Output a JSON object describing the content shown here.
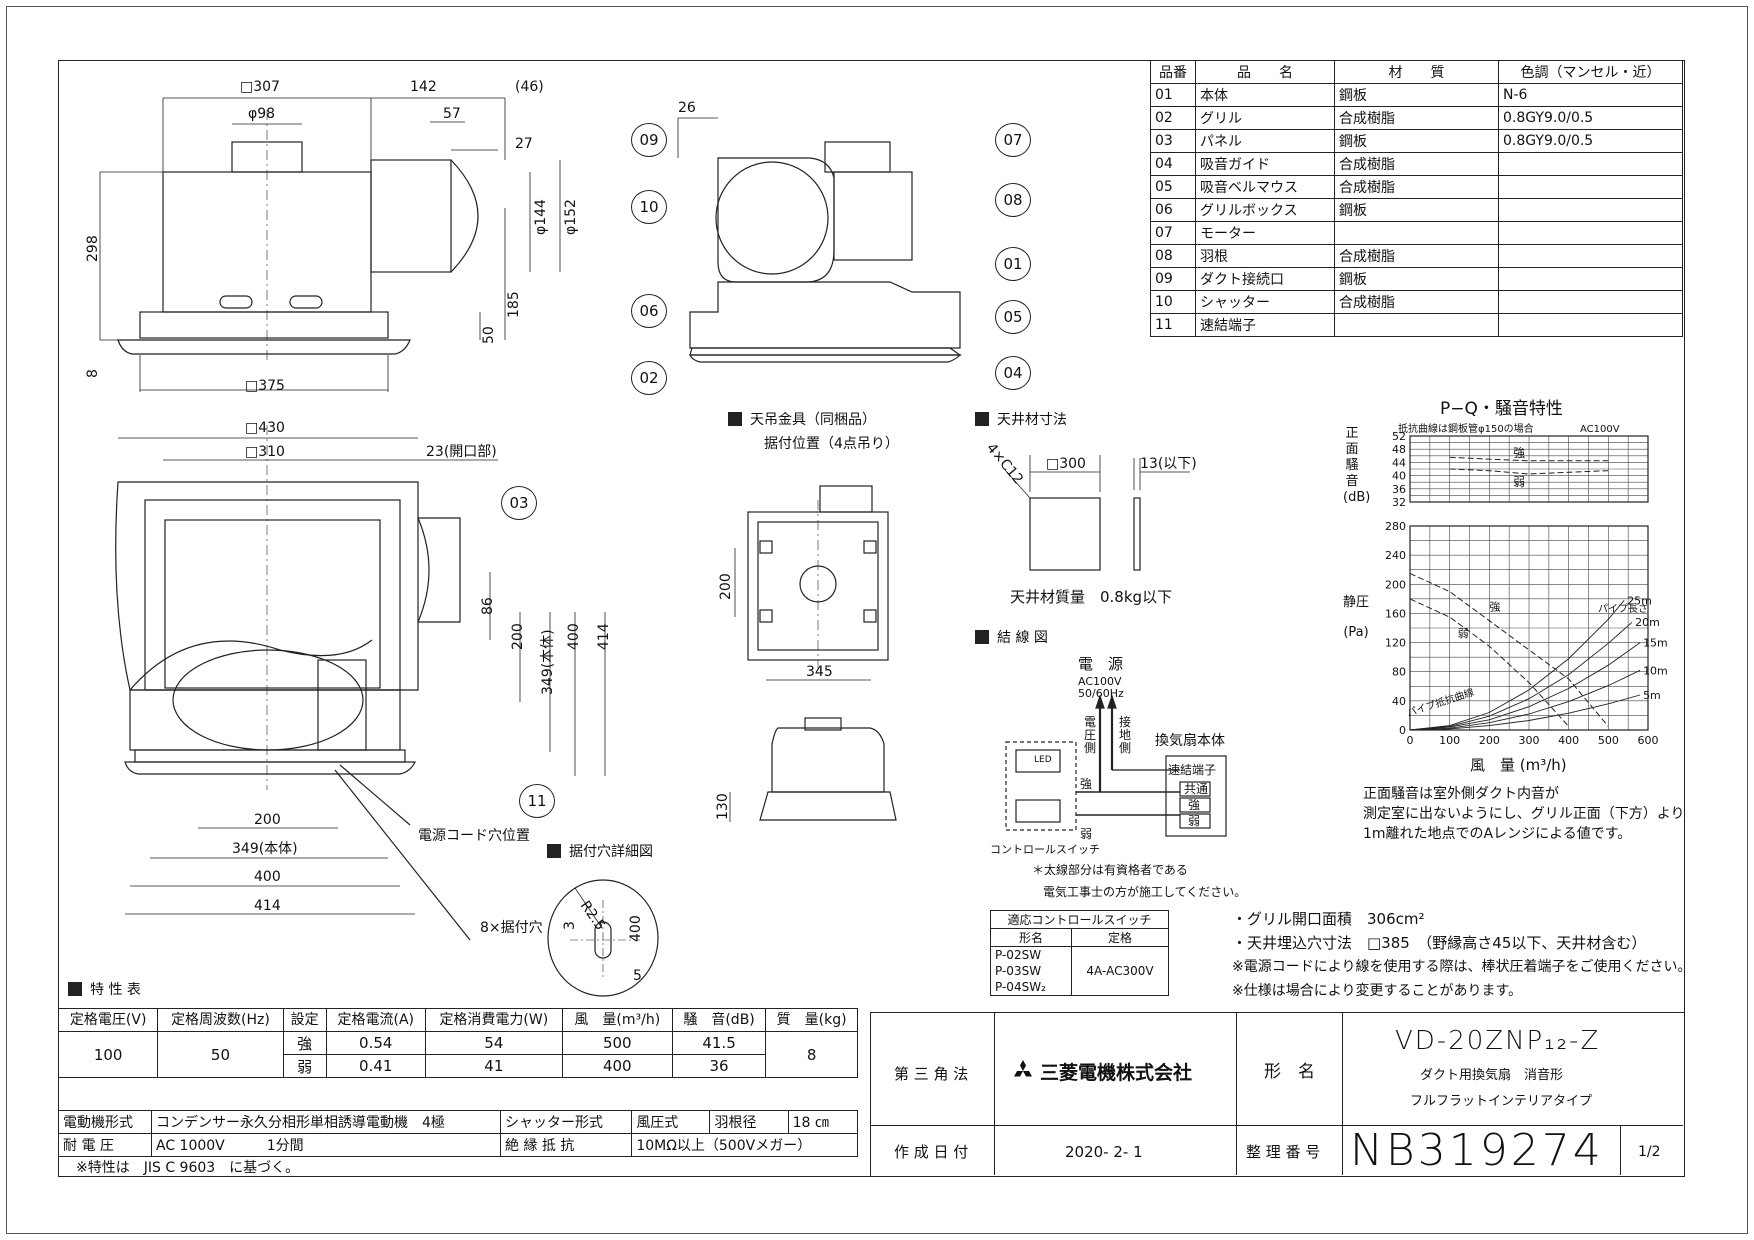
{
  "parts": {
    "headers": {
      "no": "品番",
      "name": "品　　名",
      "material": "材　　質",
      "color": "色調（マンセル・近）"
    },
    "rows": [
      {
        "no": "01",
        "name": "本体",
        "material": "鋼板",
        "color": "N-6"
      },
      {
        "no": "02",
        "name": "グリル",
        "material": "合成樹脂",
        "color": "0.8GY9.0/0.5"
      },
      {
        "no": "03",
        "name": "パネル",
        "material": "鋼板",
        "color": "0.8GY9.0/0.5"
      },
      {
        "no": "04",
        "name": "吸音ガイド",
        "material": "合成樹脂",
        "color": ""
      },
      {
        "no": "05",
        "name": "吸音ベルマウス",
        "material": "合成樹脂",
        "color": ""
      },
      {
        "no": "06",
        "name": "グリルボックス",
        "material": "鋼板",
        "color": ""
      },
      {
        "no": "07",
        "name": "モーター",
        "material": "",
        "color": ""
      },
      {
        "no": "08",
        "name": "羽根",
        "material": "合成樹脂",
        "color": ""
      },
      {
        "no": "09",
        "name": "ダクト接続口",
        "material": "鋼板",
        "color": ""
      },
      {
        "no": "10",
        "name": "シャッター",
        "material": "合成樹脂",
        "color": ""
      },
      {
        "no": "11",
        "name": "速結端子",
        "material": "",
        "color": ""
      }
    ]
  },
  "front_view": {
    "dim_top_width": "□307",
    "dim_collar": "142",
    "dim_collar_paren": "(46)",
    "dim_duct": "φ98",
    "dim_57": "57",
    "dim_27": "27",
    "dim_144": "φ144",
    "dim_152": "φ152",
    "dim_height": "298",
    "dim_185": "185",
    "dim_50": "50",
    "dim_8": "8",
    "dim_bottom": "□375"
  },
  "bottom_view": {
    "dim_430": "□430",
    "dim_310": "□310",
    "dim_opening": "23(開口部)",
    "dim_86": "86",
    "dim_200v": "200",
    "dim_349v": "349(本体)",
    "dim_400v": "400",
    "dim_414v": "414",
    "dim_200h": "200",
    "dim_349h": "349(本体)",
    "dim_400h": "400",
    "dim_414h": "414",
    "label_cord": "電源コード穴位置",
    "label_holes": "8×据付穴"
  },
  "balloons": [
    "09",
    "10",
    "07",
    "08",
    "01",
    "05",
    "06",
    "02",
    "04",
    "03",
    "11"
  ],
  "side_dims": {
    "d26": "26"
  },
  "hanger": {
    "title": "天吊金具（同梱品）",
    "subtitle": "据付位置（4点吊り）",
    "dim_200": "200",
    "dim_345": "345",
    "dim_130": "130"
  },
  "ceiling": {
    "title": "天井材寸法",
    "dim_corner": "4×C12",
    "dim_300": "□300",
    "dim_13": "13(以下)",
    "mass": "天井材質量　0.8kg以下"
  },
  "mount_detail": {
    "title": "据付穴詳細図",
    "r": "R2.5",
    "d3": "3",
    "d400": "400",
    "d5": "5"
  },
  "wiring": {
    "title": "結 線 図",
    "power": "電　源",
    "power_spec1": "AC100V",
    "power_spec2": "50/60Hz",
    "live": "電圧側",
    "ground": "接地側",
    "fan_body": "換気扇本体",
    "terminal": "速結端子",
    "common": "共通",
    "strong": "強",
    "weak": "弱",
    "strong_line": "強",
    "weak_line": "弱",
    "led": "LED",
    "switch": "コントロールスイッチ",
    "note1": "＊太線部分は有資格者である",
    "note2": "電気工事士の方が施工してください。"
  },
  "switch_table": {
    "title": "適応コントロールスイッチ",
    "col_model": "形名",
    "col_rating": "定格",
    "models": [
      "P-02SW",
      "P-03SW",
      "P-04SW₂"
    ],
    "rating": "4A-AC300V"
  },
  "chart_data": [
    {
      "type": "line",
      "title": "P−Q・騒音特性",
      "ylabel": "正面騒音(dB)",
      "note": "抵抗曲線は鋼板管φ150の場合",
      "supply": "AC100V",
      "ylim": [
        32,
        52
      ],
      "yticks": [
        32,
        36,
        40,
        44,
        48,
        52
      ],
      "xlim": [
        0,
        600
      ],
      "series": [
        {
          "name": "強",
          "x": [
            100,
            200,
            300,
            400,
            500
          ],
          "values": [
            45.5,
            45,
            44.5,
            44.5,
            44.5
          ]
        },
        {
          "name": "弱",
          "x": [
            100,
            200,
            300,
            400,
            500
          ],
          "values": [
            42,
            41.5,
            40.5,
            41,
            41.5
          ]
        }
      ]
    },
    {
      "type": "line",
      "xlabel": "風　量 (m³/h)",
      "ylabel": "静圧(Pa)",
      "ylim": [
        0,
        280
      ],
      "yticks": [
        0,
        40,
        80,
        120,
        160,
        200,
        240,
        280
      ],
      "xlim": [
        0,
        600
      ],
      "xticks": [
        0,
        100,
        200,
        300,
        400,
        500,
        600
      ],
      "legend_title": "パイプ長さ",
      "resistance_label": "パイプ抵抗曲線",
      "series": [
        {
          "name": "強",
          "x": [
            0,
            100,
            200,
            300,
            400,
            500
          ],
          "values": [
            215,
            190,
            150,
            110,
            70,
            5
          ]
        },
        {
          "name": "弱",
          "x": [
            0,
            100,
            200,
            300,
            400
          ],
          "values": [
            180,
            155,
            115,
            65,
            5
          ]
        },
        {
          "name": "25m",
          "x": [
            0,
            100,
            200,
            300,
            400,
            500,
            540
          ],
          "values": [
            0,
            6,
            24,
            55,
            98,
            152,
            178
          ]
        },
        {
          "name": "20m",
          "x": [
            0,
            100,
            200,
            300,
            400,
            500,
            560
          ],
          "values": [
            0,
            5,
            19,
            43,
            76,
            119,
            148
          ]
        },
        {
          "name": "15m",
          "x": [
            0,
            100,
            200,
            300,
            400,
            500,
            580
          ],
          "values": [
            0,
            4,
            14,
            32,
            57,
            89,
            120
          ]
        },
        {
          "name": "10m",
          "x": [
            0,
            100,
            200,
            300,
            400,
            500,
            580
          ],
          "values": [
            0,
            2.5,
            10,
            22,
            39,
            61,
            82
          ]
        },
        {
          "name": "5m",
          "x": [
            0,
            100,
            200,
            300,
            400,
            500,
            580
          ],
          "values": [
            0,
            1.5,
            6,
            13,
            23,
            36,
            48
          ]
        }
      ]
    }
  ],
  "chart_notes": [
    "正面騒音は室外側ダクト内音が",
    "測定室に出ないようにし、グリル正面（下方）より",
    "1m離れた地点でのAレンジによる値です。"
  ],
  "notes": [
    "・グリル開口面積　306cm²",
    "・天井埋込穴寸法　□385　（野縁高さ45以下、天井材含む）",
    "※電源コードにより線を使用する際は、棒状圧着端子をご使用ください。",
    "※仕様は場合により変更することがあります。"
  ],
  "spec": {
    "title": "特 性 表",
    "headers": [
      "定格電圧(V)",
      "定格周波数(Hz)",
      "設定",
      "定格電流(A)",
      "定格消費電力(W)",
      "風　量(m³/h)",
      "騒　音(dB)",
      "質　量(kg)"
    ],
    "voltage": "100",
    "frequency": "50",
    "mass": "8",
    "rows": [
      {
        "setting": "強",
        "current": "0.54",
        "power": "54",
        "flow": "500",
        "noise": "41.5"
      },
      {
        "setting": "弱",
        "current": "0.41",
        "power": "41",
        "flow": "400",
        "noise": "36"
      }
    ],
    "motor_label": "電動機形式",
    "motor_value": "コンデンサー永久分相形単相誘導電動機　4極",
    "shutter_label": "シャッター形式",
    "shutter_value": "風圧式",
    "blade_label": "羽根径",
    "blade_value": "18 ㎝",
    "withstand_label": "耐 電 圧",
    "withstand_value": "AC 1000V　　　1分間",
    "insulation_label": "絶 縁 抵 抗",
    "insulation_value": "10MΩ以上（500Vメガー）",
    "footnote": "※特性は　JIS C 9603　に基づく。"
  },
  "title_block": {
    "projection": "第 三 角 法",
    "company": "三菱電機株式会社",
    "model_label": "形　名",
    "model": "VD-20ZNP₁₂-Z",
    "desc1": "ダクト用換気扇　消音形",
    "desc2": "フルフラットインテリアタイプ",
    "date_label": "作 成 日 付",
    "date": "2020- 2- 1",
    "number_label": "整 理 番 号",
    "number": "NB319274",
    "page": "1/2"
  }
}
